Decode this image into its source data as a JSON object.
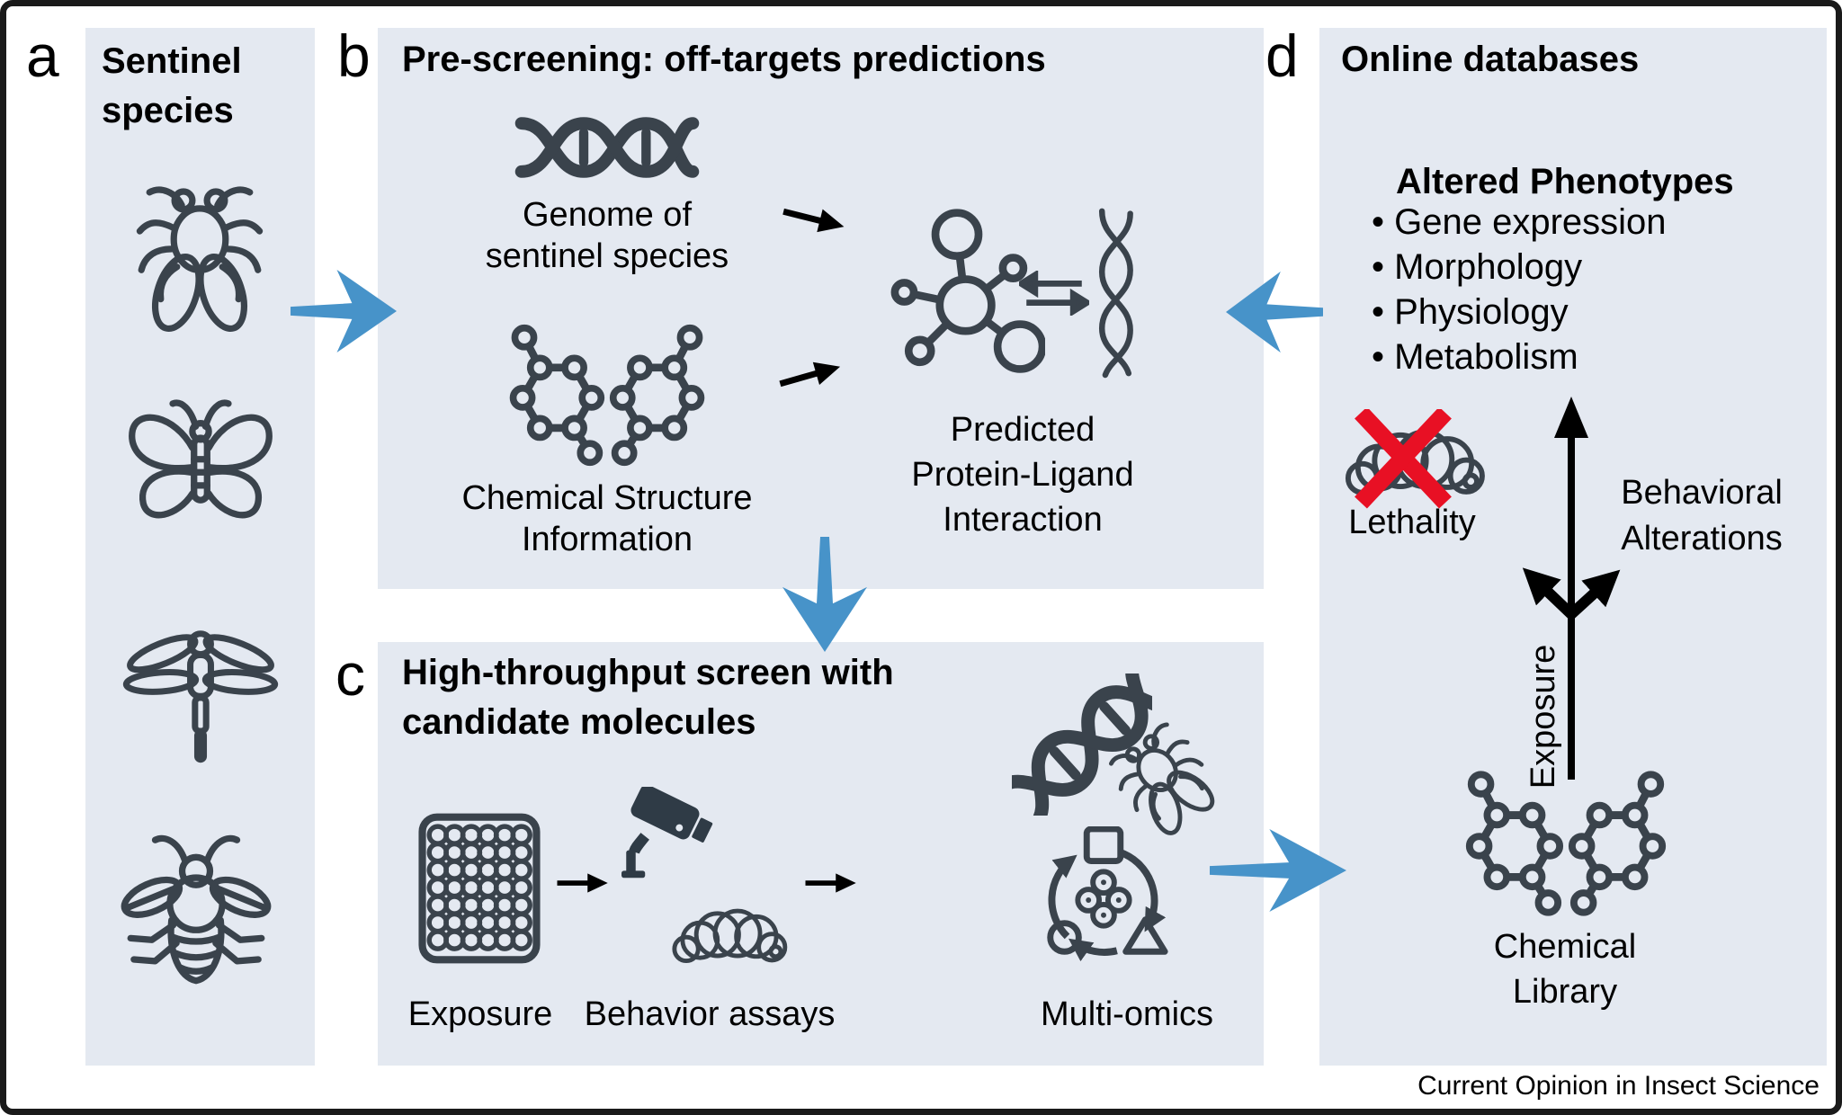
{
  "figure": {
    "footer": "Current Opinion in Insect Science"
  },
  "colors": {
    "panel_bg": "#E4E9F1",
    "icon_stroke": "#3A434C",
    "camera_fill": "#2F3B46",
    "arrow_blue": "#4793C9",
    "lethality_red": "#E81024",
    "ink_black": "#000000",
    "border_black": "#1a1a1a"
  },
  "panel_a": {
    "letter": "a",
    "title_lines": [
      "Sentinel",
      "species"
    ],
    "icons": [
      "fly-icon",
      "butterfly-icon",
      "dragonfly-icon",
      "bee-icon"
    ]
  },
  "panel_b": {
    "letter": "b",
    "title": "Pre-screening: off-targets predictions",
    "genome_label_lines": [
      "Genome of",
      "sentinel species"
    ],
    "chemical_label_lines": [
      "Chemical Structure",
      "Information"
    ],
    "prediction_label_lines": [
      "Predicted",
      "Protein-Ligand",
      "Interaction"
    ],
    "icons": [
      "dna-helix-icon",
      "chemical-structure-icon",
      "molecule-icon",
      "double-arrow-icon",
      "dna-strand-icon"
    ]
  },
  "panel_c": {
    "letter": "c",
    "title_lines": [
      "High-throughput screen with",
      "candidate molecules"
    ],
    "exposure_label": "Exposure",
    "behavior_label": "Behavior assays",
    "multiomics_label": "Multi-omics",
    "icons": [
      "well-plate-icon",
      "cctv-camera-icon",
      "larva-icon",
      "dna-helix-icon",
      "fly-icon",
      "omics-cycle-icon"
    ]
  },
  "panel_d": {
    "letter": "d",
    "title": "Online databases",
    "phenotypes_heading": "Altered Phenotypes",
    "phenotypes_bullets": [
      "Gene expression",
      "Morphology",
      "Physiology",
      "Metabolism"
    ],
    "lethality_label": "Lethality",
    "behavioral_label_lines": [
      "Behavioral",
      "Alterations"
    ],
    "exposure_axis_label": "Exposure",
    "chemical_library_label_lines": [
      "Chemical",
      "Library"
    ],
    "icons": [
      "dead-larva-icon",
      "red-x-icon",
      "exposure-arrow-icon",
      "chemical-structure-icon"
    ]
  }
}
